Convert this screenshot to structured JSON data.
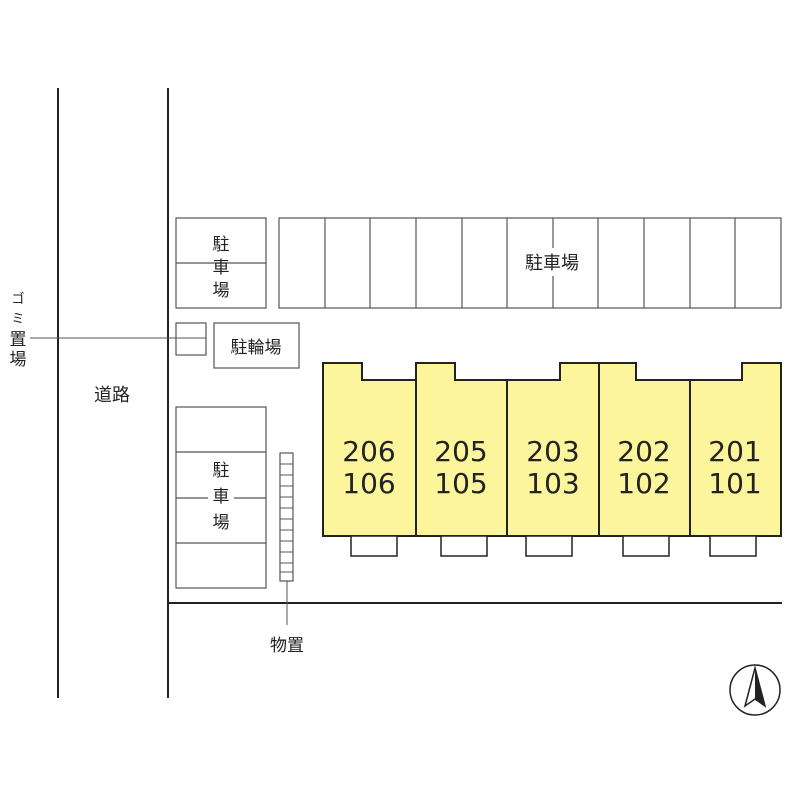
{
  "road_label": "道路",
  "garbage_label": [
    "ゴ",
    "ミ",
    "置",
    "場"
  ],
  "parking_top_left": [
    "駐",
    "車",
    "場"
  ],
  "parking_bottom_left": [
    "駐",
    "車",
    "場"
  ],
  "parking_top_right": "駐車場",
  "bicycle_parking": "駐輪場",
  "storage_label": "物置",
  "units": [
    {
      "upper": "206",
      "lower": "106"
    },
    {
      "upper": "205",
      "lower": "105"
    },
    {
      "upper": "203",
      "lower": "103"
    },
    {
      "upper": "202",
      "lower": "102"
    },
    {
      "upper": "201",
      "lower": "101"
    }
  ],
  "colors": {
    "building_fill": "#fdf59c",
    "line": "#222222"
  },
  "icons": {
    "north": "north-arrow-icon"
  }
}
